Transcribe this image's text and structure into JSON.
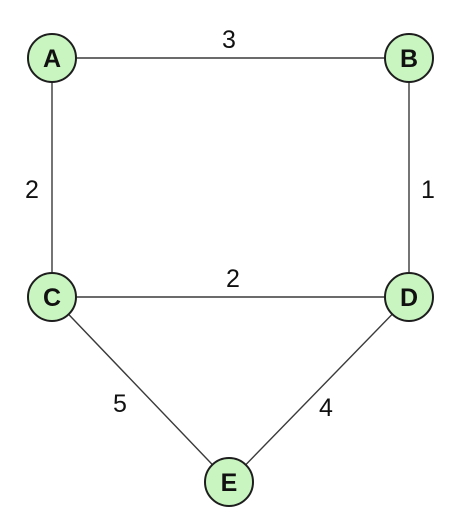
{
  "graph": {
    "colors": {
      "node_fill": "#c8f5c0",
      "node_stroke": "#1e1e1e",
      "edge": "#3a3a3a",
      "text": "#111111"
    },
    "nodes": [
      {
        "id": "A",
        "label": "A"
      },
      {
        "id": "B",
        "label": "B"
      },
      {
        "id": "C",
        "label": "C"
      },
      {
        "id": "D",
        "label": "D"
      },
      {
        "id": "E",
        "label": "E"
      }
    ],
    "edges": [
      {
        "from": "A",
        "to": "B",
        "weight": "3"
      },
      {
        "from": "A",
        "to": "C",
        "weight": "2"
      },
      {
        "from": "B",
        "to": "D",
        "weight": "1"
      },
      {
        "from": "C",
        "to": "D",
        "weight": "2"
      },
      {
        "from": "C",
        "to": "E",
        "weight": "5"
      },
      {
        "from": "D",
        "to": "E",
        "weight": "4"
      }
    ]
  }
}
